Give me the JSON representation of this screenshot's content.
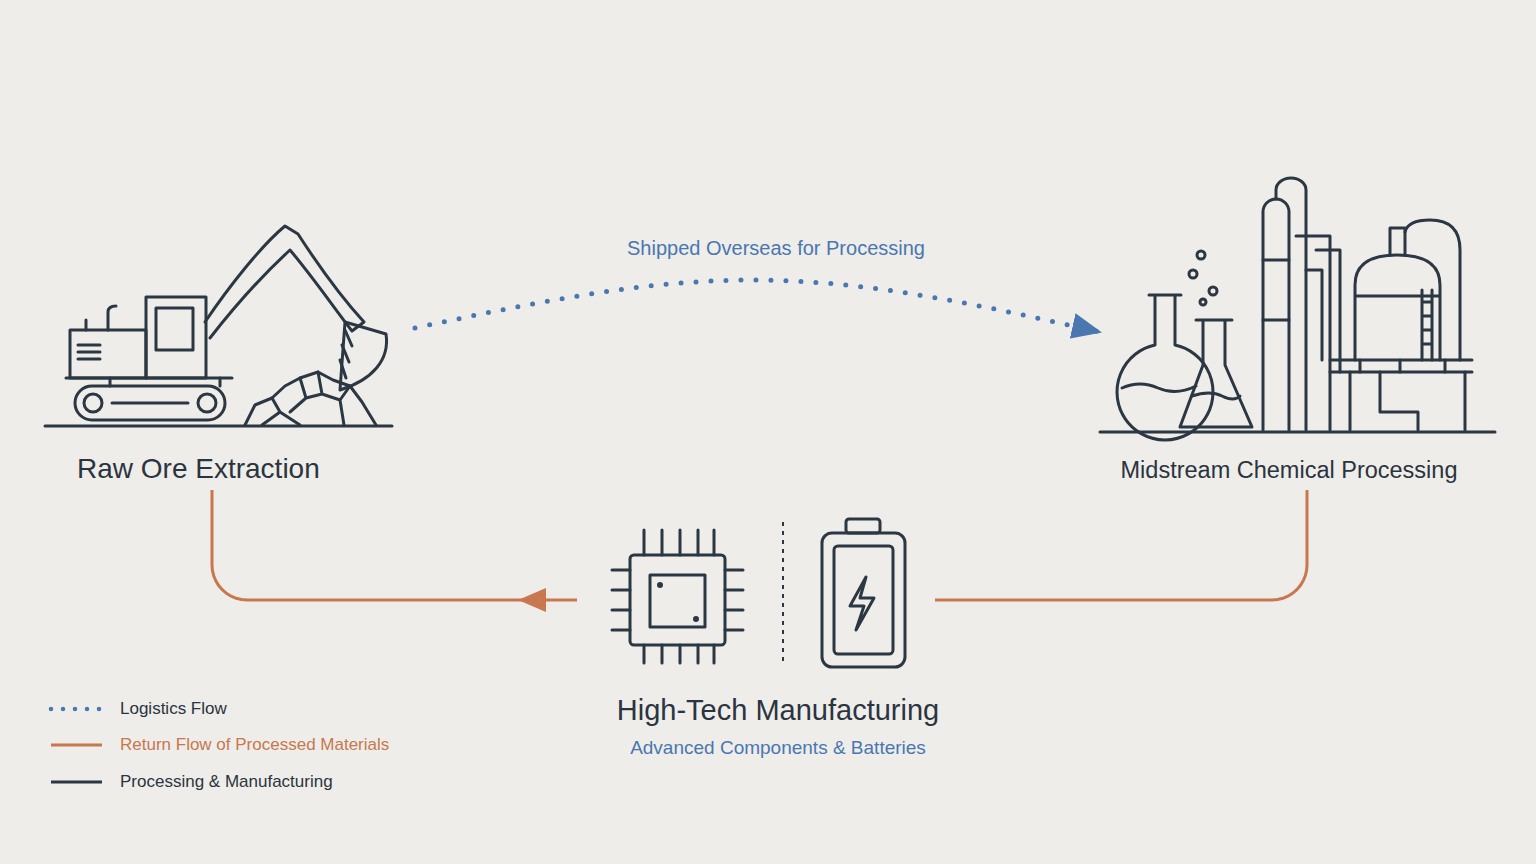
{
  "diagram": {
    "nodes": [
      {
        "text": [
          "Raw Ore Extraction"
        ]
      },
      {
        "text": [
          "Midstream Chemical Processing"
        ]
      },
      {
        "text": [
          "High-Tech Manufacturing",
          "Advanced Components & Batteries"
        ]
      }
    ],
    "edges": [
      {
        "from": 0,
        "to": 1,
        "label": "Shipped Overseas for Processing",
        "arrow": "to"
      },
      {
        "from": 1,
        "to": 2,
        "arrow": "none"
      },
      {
        "from": 2,
        "to": 0,
        "arrow": "to"
      }
    ],
    "legend": [
      {
        "text": "Logistics Flow"
      },
      {
        "text": "Return Flow of Processed Materials"
      },
      {
        "text": "Processing & Manufacturing"
      }
    ]
  }
}
